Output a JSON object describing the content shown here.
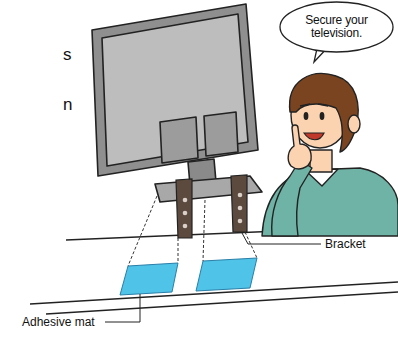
{
  "diagram": {
    "nodes": [
      {
        "text": [
          "Secure your television."
        ]
      }
    ],
    "labels": [
      "s",
      "n",
      "Bracket",
      "Adhesive mat"
    ]
  }
}
